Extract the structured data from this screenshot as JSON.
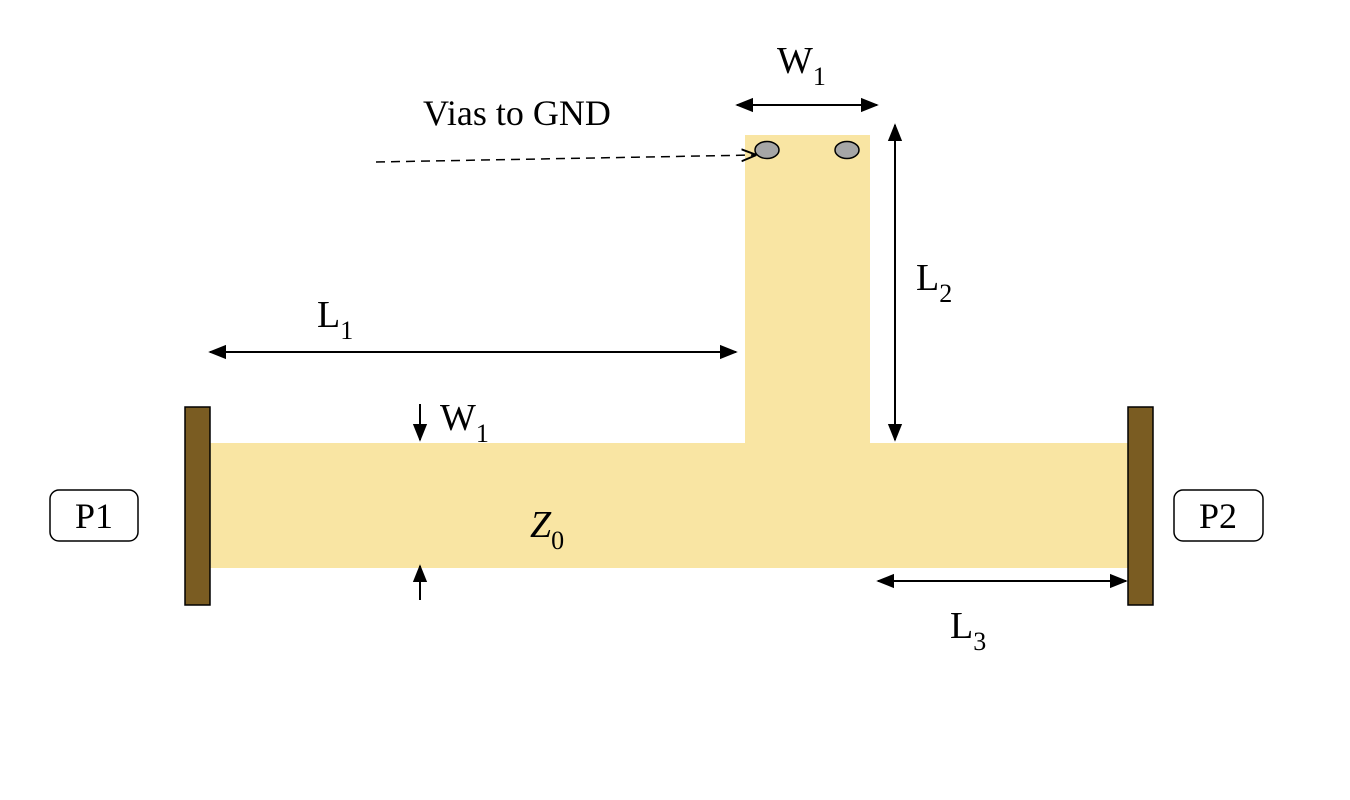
{
  "colors": {
    "strip": "#f9e5a3",
    "port_plate": "#7a5c22",
    "via": "#a6a6a6",
    "line": "#000000"
  },
  "labels": {
    "vias_note": "Vias to GND",
    "w1_top": {
      "base": "W",
      "sub": "1"
    },
    "w1_main": {
      "base": "W",
      "sub": "1"
    },
    "l1": {
      "base": "L",
      "sub": "1"
    },
    "l2": {
      "base": "L",
      "sub": "2"
    },
    "l3": {
      "base": "L",
      "sub": "3"
    },
    "z0": {
      "base": "Z",
      "sub": "0"
    },
    "port1": "P1",
    "port2": "P2"
  }
}
